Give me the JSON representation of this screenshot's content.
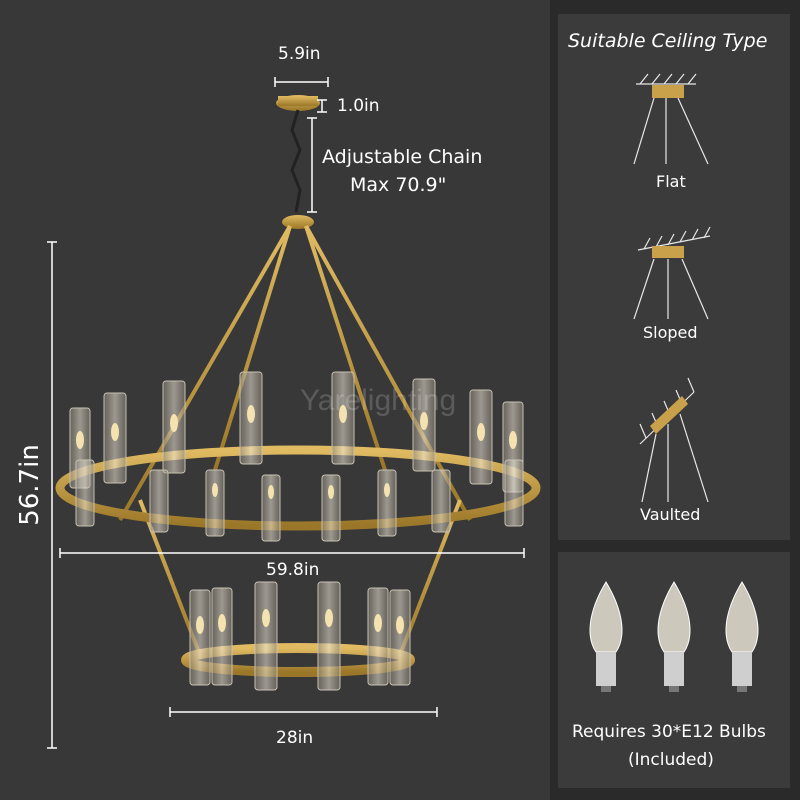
{
  "dimensions": {
    "canopy_width": "5.9in",
    "canopy_height": "1.0in",
    "chain_line1": "Adjustable Chain",
    "chain_line2": "Max 70.9\"",
    "height": "56.7in",
    "upper_width": "59.8in",
    "lower_width": "28in"
  },
  "watermark": "Yarelighting",
  "ceiling": {
    "title": "Suitable Ceiling Type",
    "types": [
      {
        "label": "Flat"
      },
      {
        "label": "Sloped"
      },
      {
        "label": "Vaulted"
      }
    ]
  },
  "bulbs": {
    "line1": "Requires 30*E12 Bulbs",
    "line2": "(Included)",
    "count_shown": 3
  },
  "colors": {
    "gold": "#c9a14a",
    "gold_dark": "#9a7628",
    "panel_bg": "#383838",
    "glass": "#d9d3c4"
  }
}
